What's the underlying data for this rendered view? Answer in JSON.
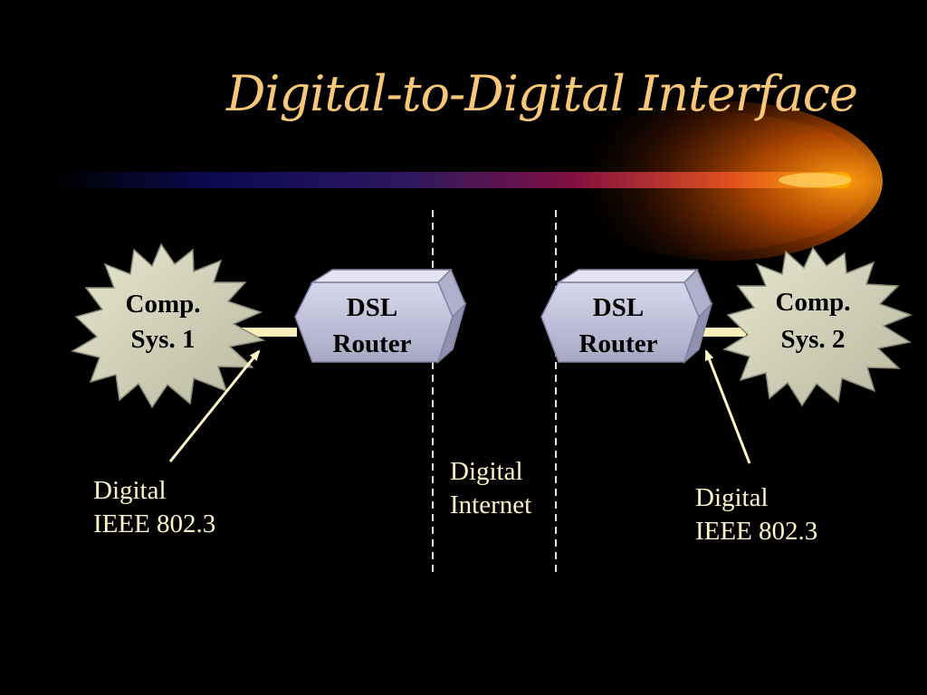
{
  "slide": {
    "title": "Digital-to-Digital Interface"
  },
  "nodes": {
    "comp_sys_1": {
      "line1": "Comp.",
      "line2": "Sys. 1"
    },
    "comp_sys_2": {
      "line1": "Comp.",
      "line2": "Sys. 2"
    },
    "dsl_router_1": {
      "line1": "DSL",
      "line2": "Router"
    },
    "dsl_router_2": {
      "line1": "DSL",
      "line2": "Router"
    }
  },
  "labels": {
    "left_link": {
      "line1": "Digital",
      "line2": "IEEE 802.3"
    },
    "internet": {
      "line1": "Digital",
      "line2": "Internet"
    },
    "right_link": {
      "line1": "Digital",
      "line2": "IEEE 802.3"
    }
  },
  "colors": {
    "background": "#000000",
    "title": "#f8c878",
    "label_text": "#fff8c8",
    "burst_fill": "#d8d8c0",
    "router_face": "#c0c0d8",
    "link": "#f8f0b8",
    "divider": "#e0e0e0"
  }
}
